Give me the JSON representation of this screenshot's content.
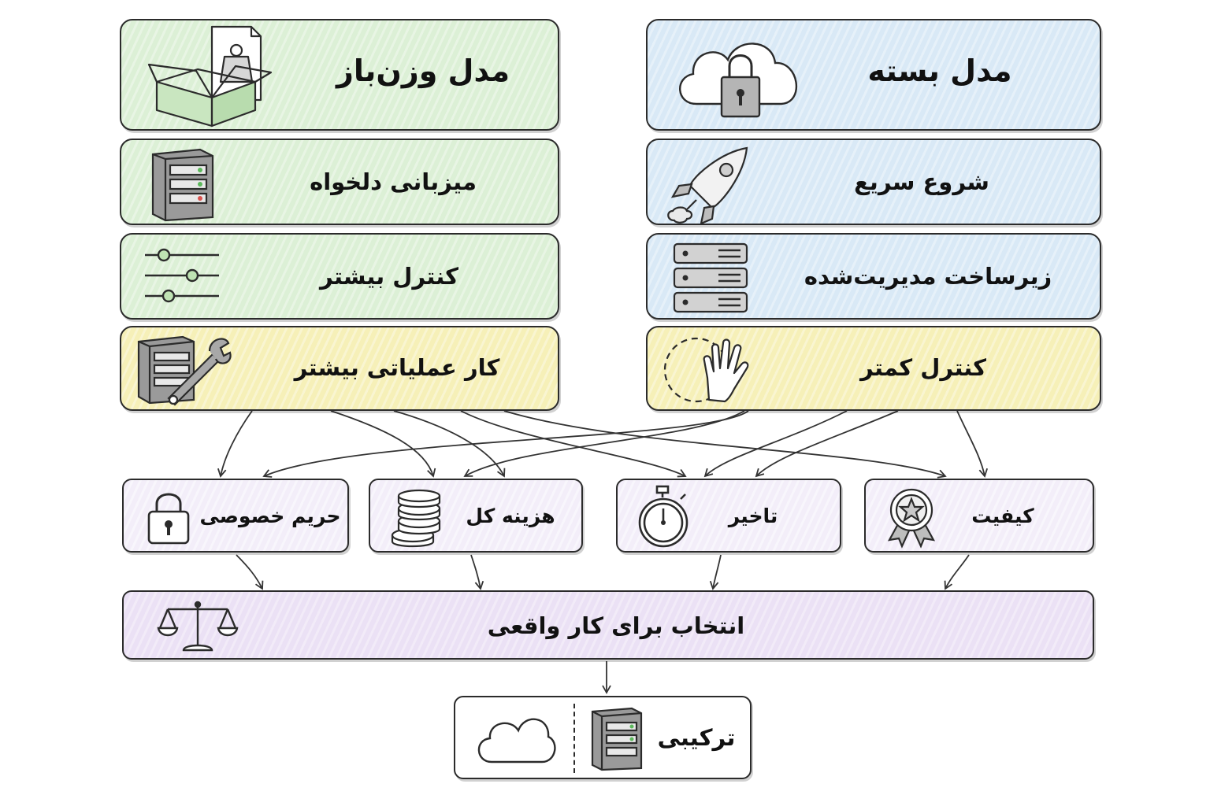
{
  "open_model": {
    "title": "مدل وزن‌باز",
    "features": [
      "میزبانی دلخواه",
      "کنترل بیشتر",
      "کار عملیاتی بیشتر"
    ]
  },
  "closed_model": {
    "title": "مدل بسته",
    "features": [
      "شروع سریع",
      "زیرساخت مدیریت‌شده",
      "کنترل کمتر"
    ]
  },
  "criteria": [
    "حریم خصوصی",
    "هزینه کل",
    "تاخیر",
    "کیفیت"
  ],
  "decision": "انتخاب برای کار واقعی",
  "result": "ترکیبی",
  "icons": {
    "open_title": "open-box-weight-icon",
    "open_hosting": "server-tower-icon",
    "open_control": "sliders-icon",
    "open_ops": "server-wrench-icon",
    "closed_title": "cloud-lock-icon",
    "closed_fast": "rocket-icon",
    "closed_infra": "server-rack-icon",
    "closed_less": "hand-icon",
    "privacy": "padlock-icon",
    "cost": "coin-stack-icon",
    "latency": "stopwatch-icon",
    "quality": "award-badge-icon",
    "decision": "balance-scale-icon",
    "hybrid_cloud": "cloud-icon",
    "hybrid_server": "server-tower-icon"
  },
  "colors": {
    "open": "#dcf0d6",
    "closed": "#d9e9f6",
    "ops": "#f6f0b8",
    "criteria": "#f3eef9",
    "decision": "#ebe1f5"
  }
}
